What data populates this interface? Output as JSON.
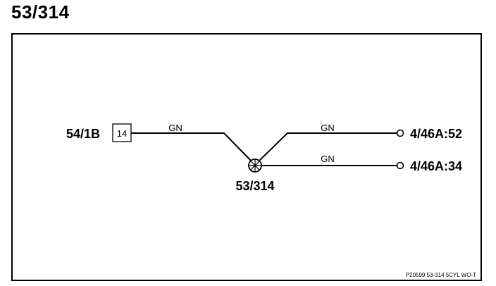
{
  "title": "53/314",
  "connector": {
    "id": "54/1B",
    "pin": "14"
  },
  "splice": {
    "id": "53/314"
  },
  "wires": [
    {
      "color": "GN"
    },
    {
      "color": "GN"
    },
    {
      "color": "GN"
    }
  ],
  "destinations": [
    {
      "label": "4/46A:52"
    },
    {
      "label": "4/46A:34"
    }
  ],
  "footer": "P20599 53-314 5CYL WO-T"
}
